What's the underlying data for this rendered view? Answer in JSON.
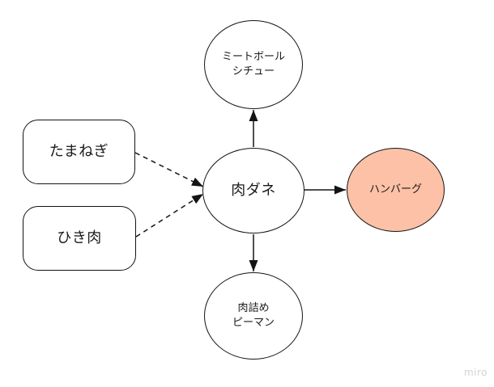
{
  "canvas": {
    "background": "#ffffff",
    "watermark": "miro"
  },
  "colors": {
    "stroke": "#141414",
    "text": "#1a1a1a",
    "highlight_fill": "#fcc1a6",
    "watermark_text": "#d2d2d2"
  },
  "nodes": {
    "onion": {
      "label": "たまねぎ"
    },
    "ground_meat": {
      "label": "ひき肉"
    },
    "meat_mixture": {
      "label": "肉ダネ"
    },
    "meatball_stew": {
      "label_line1": "ミートボール",
      "label_line2": "シチュー"
    },
    "hamburger": {
      "label": "ハンバーグ",
      "fill": "#fcc1a6"
    },
    "stuffed_pepper": {
      "label_line1": "肉詰め",
      "label_line2": "ピーマン"
    }
  },
  "connectors": [
    {
      "from": "onion",
      "to": "meat_mixture",
      "style": "dashed",
      "arrow": "end"
    },
    {
      "from": "ground_meat",
      "to": "meat_mixture",
      "style": "dashed",
      "arrow": "end"
    },
    {
      "from": "meat_mixture",
      "to": "meatball_stew",
      "style": "solid",
      "arrow": "end"
    },
    {
      "from": "meat_mixture",
      "to": "hamburger",
      "style": "solid",
      "arrow": "end"
    },
    {
      "from": "meat_mixture",
      "to": "stuffed_pepper",
      "style": "solid",
      "arrow": "end"
    }
  ]
}
